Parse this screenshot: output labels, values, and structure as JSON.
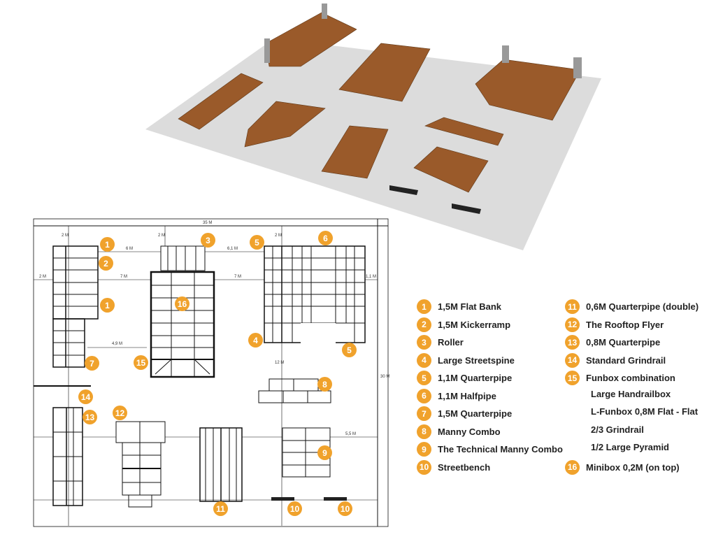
{
  "colors": {
    "badge": "#f0a22c",
    "wood": "#9a5a2a",
    "ground": "#dcdcdc"
  },
  "plan": {
    "dimensions": {
      "total_width": "35 M",
      "top1": "2 M",
      "top2": "2 M",
      "top3": "2 M",
      "gap1": "6 M",
      "gap2": "6,1 M",
      "gap3": "7 M",
      "gap4": "7 M",
      "left": "2 M",
      "right": "1,1 M",
      "mid": "4,9 M",
      "between5": "5,5 M",
      "vert": "12 M",
      "height": "30 M"
    },
    "markers": [
      "1",
      "2",
      "1",
      "3",
      "5",
      "6",
      "16",
      "4",
      "5",
      "7",
      "15",
      "8",
      "14",
      "13",
      "12",
      "9",
      "11",
      "10",
      "10"
    ]
  },
  "legend": {
    "left": [
      {
        "num": "1",
        "label": "1,5M Flat Bank"
      },
      {
        "num": "2",
        "label": "1,5M Kickerramp"
      },
      {
        "num": "3",
        "label": "Roller"
      },
      {
        "num": "4",
        "label": "Large Streetspine"
      },
      {
        "num": "5",
        "label": "1,1M Quarterpipe"
      },
      {
        "num": "6",
        "label": "1,1M Halfpipe"
      },
      {
        "num": "7",
        "label": "1,5M Quarterpipe"
      },
      {
        "num": "8",
        "label": "Manny Combo"
      },
      {
        "num": "9",
        "label": "The Technical Manny Combo"
      },
      {
        "num": "10",
        "label": "Streetbench"
      }
    ],
    "right": [
      {
        "num": "11",
        "label": "0,6M Quarterpipe (double)"
      },
      {
        "num": "12",
        "label": "The Rooftop Flyer"
      },
      {
        "num": "13",
        "label": "0,8M Quarterpipe"
      },
      {
        "num": "14",
        "label": "Standard Grindrail"
      },
      {
        "num": "15",
        "label": "Funbox combination"
      },
      {
        "num": "",
        "label": "Large Handrailbox"
      },
      {
        "num": "",
        "label": "L-Funbox 0,8M Flat - Flat"
      },
      {
        "num": "",
        "label": "2/3 Grindrail"
      },
      {
        "num": "",
        "label": "1/2 Large Pyramid"
      },
      {
        "num": "16",
        "label": "Minibox 0,2M (on top)"
      }
    ]
  }
}
